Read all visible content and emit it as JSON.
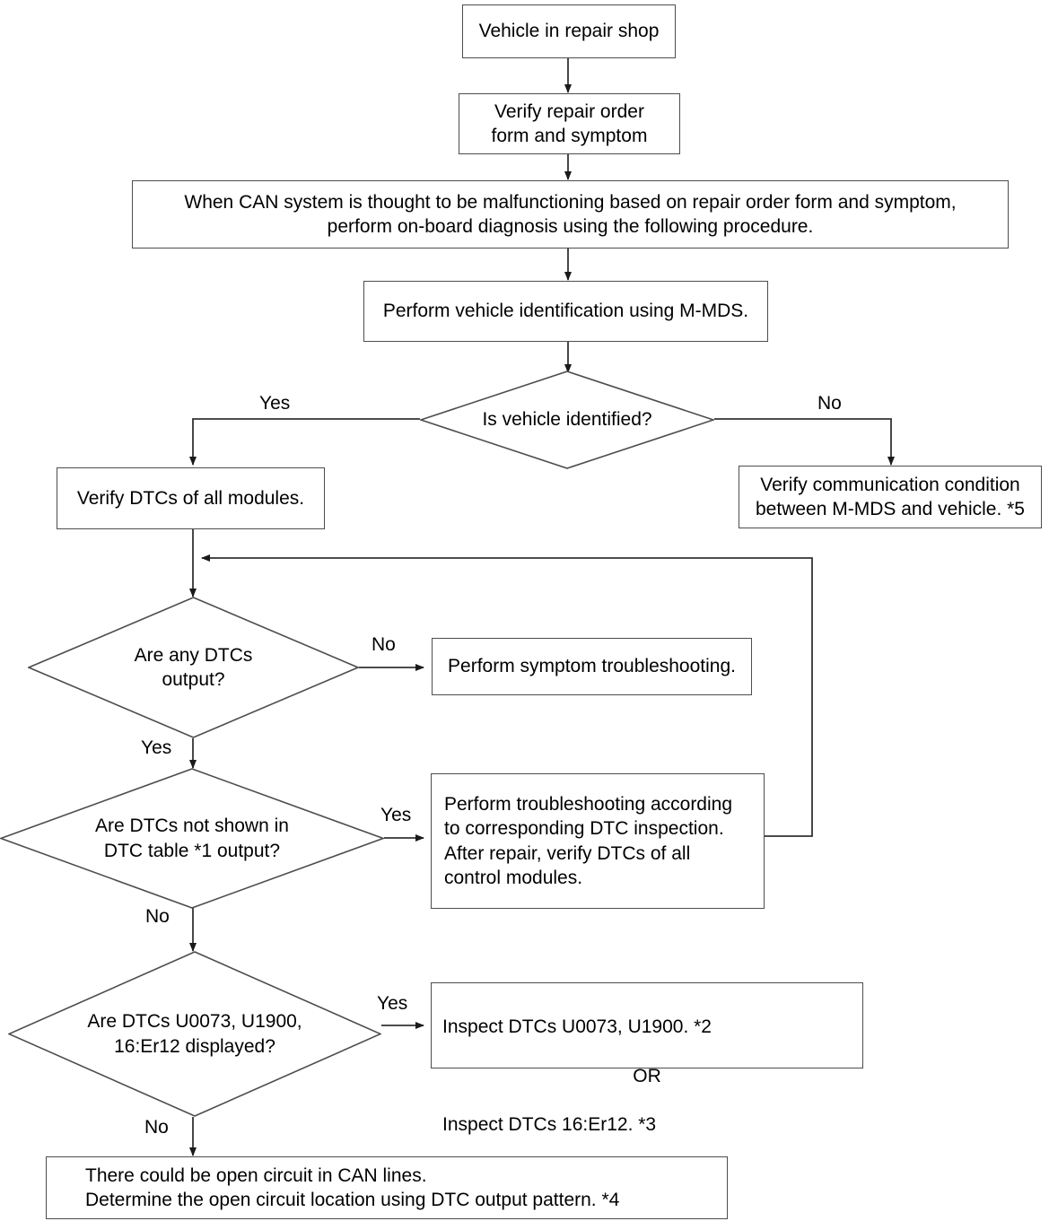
{
  "diagram": {
    "title": "CAN system on-board diagnostic procedure flowchart",
    "type": "flowchart",
    "colors": {
      "background": "#ffffff",
      "node_border": "#4d4d4d",
      "line": "#333333",
      "text": "#000000"
    },
    "nodes": [
      {
        "id": "start",
        "shape": "rectangle",
        "text": "Vehicle in repair shop"
      },
      {
        "id": "verify-order",
        "shape": "rectangle",
        "text": "Verify repair order\nform and symptom"
      },
      {
        "id": "can-malfunction-note",
        "shape": "rectangle",
        "text": "When CAN system is thought to be malfunctioning based on repair order form and symptom,\nperform on-board diagnosis using the following procedure."
      },
      {
        "id": "vehicle-id",
        "shape": "rectangle",
        "text": "Perform vehicle identification using M-MDS."
      },
      {
        "id": "is-vehicle-identified",
        "shape": "diamond",
        "text": "Is vehicle identified?"
      },
      {
        "id": "verify-dtcs-all-modules",
        "shape": "rectangle",
        "text": "Verify DTCs of all modules."
      },
      {
        "id": "verify-communication",
        "shape": "rectangle",
        "text": "Verify communication condition\nbetween M-MDS and vehicle. *5"
      },
      {
        "id": "are-any-dtcs-output",
        "shape": "diamond",
        "text": "Are any DTCs\noutput?"
      },
      {
        "id": "symptom-troubleshooting",
        "shape": "rectangle",
        "text": "Perform symptom troubleshooting."
      },
      {
        "id": "dtcs-not-in-table",
        "shape": "diamond",
        "text": "Are DTCs not shown in\nDTC table *1 output?"
      },
      {
        "id": "perform-troubleshooting",
        "shape": "rectangle",
        "text": "Perform troubleshooting according\nto corresponding DTC inspection.\nAfter repair, verify DTCs of all\ncontrol modules."
      },
      {
        "id": "dtcs-u0073-displayed",
        "shape": "diamond",
        "text": "Are DTCs U0073, U1900,\n16:Er12 displayed?"
      },
      {
        "id": "inspect-dtcs",
        "shape": "rectangle",
        "line1": "Inspect DTCs U0073, U1900.  *2",
        "line2": "OR",
        "line3": "Inspect DTCs 16:Er12.  *3"
      },
      {
        "id": "open-circuit",
        "shape": "rectangle",
        "text": "There could be open circuit in CAN lines.\nDetermine the open circuit location using DTC output pattern.   *4"
      }
    ],
    "edge_labels": {
      "vehicle_identified_yes": "Yes",
      "vehicle_identified_no": "No",
      "any_dtcs_no": "No",
      "any_dtcs_yes": "Yes",
      "not_in_table_yes": "Yes",
      "not_in_table_no": "No",
      "u0073_yes": "Yes",
      "u0073_no": "No"
    },
    "footnote_markers": [
      "*1",
      "*2",
      "*3",
      "*4",
      "*5"
    ]
  }
}
